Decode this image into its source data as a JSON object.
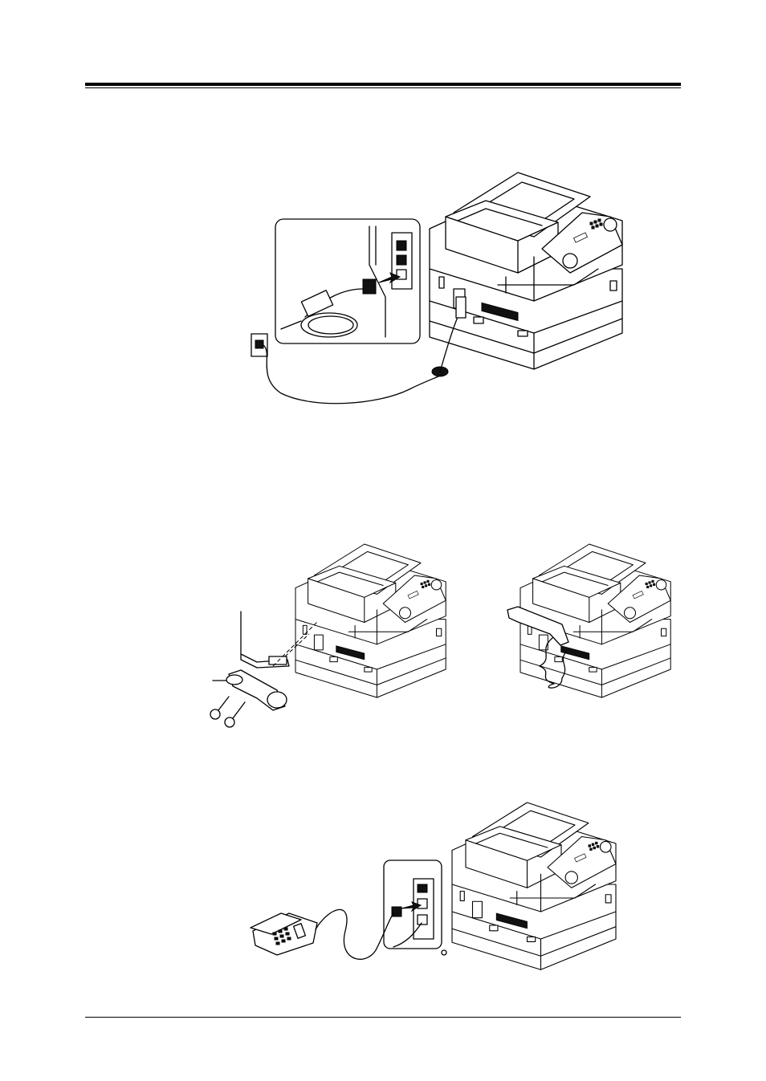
{
  "page": {
    "header_rule": "double",
    "footer_rule": "single"
  },
  "figures": [
    {
      "id": "fig1",
      "icon": "fax-machine-with-phone-line-connection"
    },
    {
      "id": "fig2",
      "icon": "fax-machine-handset-cradle-installation"
    },
    {
      "id": "fig3",
      "icon": "fax-machine-with-handset-installed"
    },
    {
      "id": "fig4",
      "icon": "fax-machine-with-external-telephone"
    }
  ]
}
